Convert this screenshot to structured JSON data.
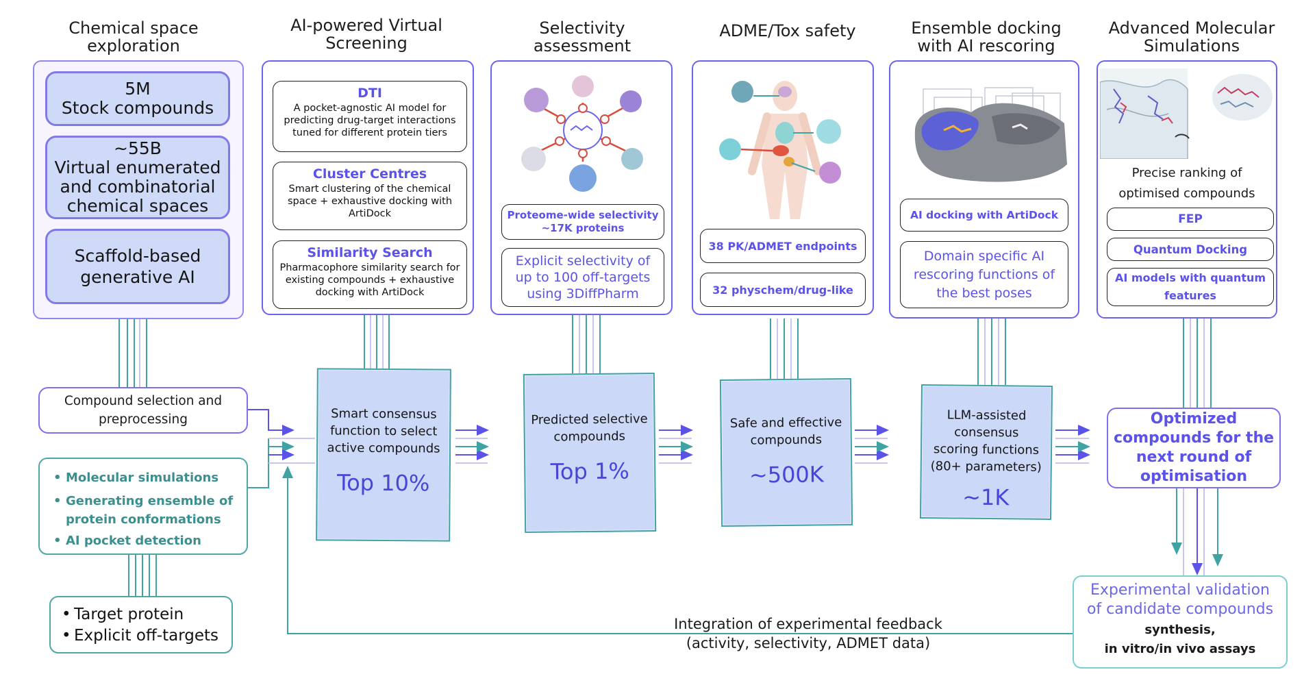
{
  "columns": [
    {
      "title": "Chemical space\nexploration"
    },
    {
      "title": "AI-powered Virtual\nScreening"
    },
    {
      "title": "Selectivity\nassessment"
    },
    {
      "title": "ADME/Tox safety"
    },
    {
      "title": "Ensemble docking\nwith AI rescoring"
    },
    {
      "title": "Advanced Molecular\nSimulations"
    }
  ],
  "chem_space": {
    "stock": "5M\nStock compounds",
    "virtual": "~55B\nVirtual enumerated\nand combinatorial\nchemical spaces",
    "generative": "Scaffold-based\ngenerative AI"
  },
  "screening": {
    "dti_title": "DTI",
    "dti_text": "A pocket-agnostic AI model for predicting drug-target interactions tuned for different protein tiers",
    "cluster_title": "Cluster Centres",
    "cluster_text": "Smart clustering of the chemical space + exhaustive docking with ArtiDock",
    "similarity_title": "Similarity Search",
    "similarity_text": "Pharmacophore similarity search for existing compounds  + exhaustive docking with ArtiDock"
  },
  "selectivity": {
    "proteome": "Proteome-wide selectivity\n~17K proteins",
    "explicit": "Explicit selectivity of\nup to 100 off-targets\nusing 3DiffPharm"
  },
  "adme": {
    "pk": "38 PK/ADMET endpoints",
    "physchem": "32 physchem/drug-like"
  },
  "ensemble": {
    "artidock": "AI docking with ArtiDock",
    "rescoring": "Domain specific AI\nrescoring functions of\nthe best poses"
  },
  "simulations": {
    "ranking": "Precise ranking of\noptimised compounds",
    "fep": "FEP",
    "quantum": "Quantum Docking",
    "ai_quantum": "AI models with quantum\nfeatures"
  },
  "inputs": {
    "selection": "Compound selection and\npreprocessing",
    "bullets": [
      "Molecular simulations",
      "Generating ensemble of\nprotein conformations",
      "AI pocket detection"
    ],
    "targets": [
      "Target protein",
      "Explicit off-targets"
    ]
  },
  "stages": [
    {
      "text": "Smart consensus\nfunction to select\nactive compounds",
      "value": "Top 10%"
    },
    {
      "text": "Predicted selective\ncompounds",
      "value": "Top 1%"
    },
    {
      "text": "Safe and effective\ncompounds",
      "value": "~500K"
    },
    {
      "text": "LLM-assisted\nconsensus\nscoring functions\n(80+ parameters)",
      "value": "~1K"
    }
  ],
  "optimized": "Optimized\ncompounds for the\nnext round of\noptimisation",
  "experimental": {
    "title": "Experimental validation\nof candidate compounds",
    "sub": "synthesis,\nin vitro/in vivo assays"
  },
  "feedback": "Integration of experimental feedback\n(activity, selectivity, ADMET data)",
  "colors": {
    "purple": "#6b63f0",
    "teal": "#3fa3a3",
    "stage_fill": "#cbd8f7",
    "heading_blue": "#5b52e8"
  }
}
